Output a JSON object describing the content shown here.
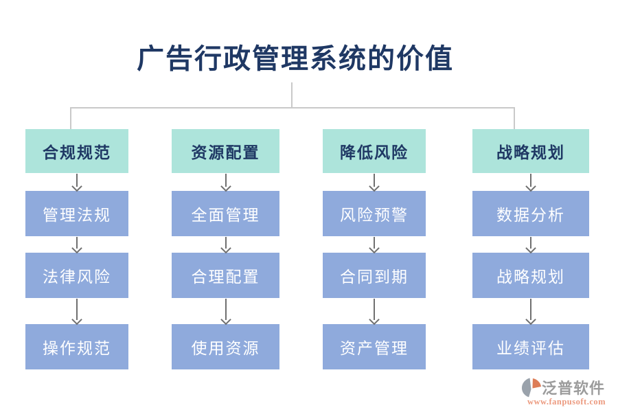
{
  "title": "广告行政管理系统的价值",
  "columns": [
    {
      "header": "合规规范",
      "items": [
        "管理法规",
        "法律风险",
        "操作规范"
      ]
    },
    {
      "header": "资源配置",
      "items": [
        "全面管理",
        "合理配置",
        "使用资源"
      ]
    },
    {
      "header": "降低风险",
      "items": [
        "风险预警",
        "合同到期",
        "资产管理"
      ]
    },
    {
      "header": "战略规划",
      "items": [
        "数据分析",
        "战略规划",
        "业绩评估"
      ]
    }
  ],
  "watermark": {
    "brand": "泛普软件",
    "url": "www.fanpusoft.com"
  },
  "colors": {
    "title_text": "#1f3864",
    "header_bg": "#ade4db",
    "header_text": "#1f3864",
    "item_bg": "#8faadc",
    "item_text": "#ffffff",
    "connector_line": "#c9c9c9",
    "arrow": "#6f6f6f",
    "brand_text": "#9c9c9c",
    "url_text": "#ec9a7f",
    "logo_orange": "#dd7d57",
    "logo_gray": "#9aa2ab"
  }
}
